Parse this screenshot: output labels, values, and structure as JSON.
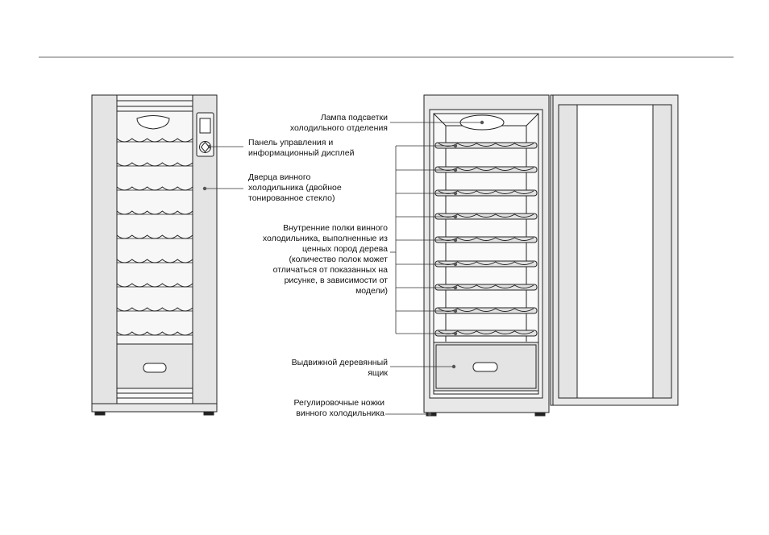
{
  "labels": {
    "lamp": [
      "Лампа подсветки",
      "холодильного отделения"
    ],
    "panel": [
      "Панель управления и",
      "информационный дисплей"
    ],
    "door": [
      "Дверца винного",
      "холодильника (двойное",
      "тонированное стекло)"
    ],
    "shelves": [
      "Внутренние полки винного",
      "холодильника, выполненные из",
      "ценных пород дерева",
      "(количество полок может",
      "отличаться от показанных на",
      "рисунке, в зависимости от",
      "модели)"
    ],
    "drawer": [
      "Выдвижной деревянный",
      "ящик"
    ],
    "feet": [
      "Регулировочные ножки",
      "винного холодильника"
    ]
  },
  "colors": {
    "line": "#222222",
    "panel_fill": "#ececec",
    "shelf_fill": "#dddddd"
  }
}
